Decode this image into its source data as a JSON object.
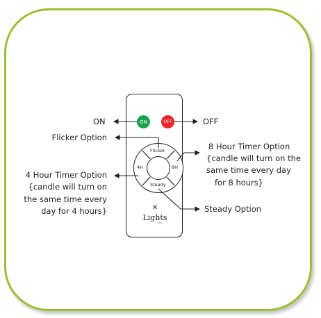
{
  "remote": {
    "on_button": "ON",
    "off_button": "OFF",
    "flicker_button": "Flicker",
    "steady_button": "Steady",
    "timer_4h_button": "4H",
    "timer_8h_button": "8H",
    "brand": "Lights",
    "brand_sub": ".com"
  },
  "callouts": {
    "on": "ON",
    "off": "OFF",
    "flicker": "Flicker Option",
    "timer_8h_line1": "8 Hour Timer Option",
    "timer_8h_line2": "{candle will turn on the",
    "timer_8h_line3": "same time every day",
    "timer_8h_line4": "for 8  hours}",
    "timer_4h_line1": "4 Hour Timer Option",
    "timer_4h_line2": "{candle will turn on",
    "timer_4h_line3": "the same time every",
    "timer_4h_line4": "day for 4 hours}",
    "steady": "Steady Option"
  },
  "colors": {
    "frame": "#9bbf32",
    "on": "#1aa34a",
    "off": "#e8262a",
    "ink": "#231f20"
  }
}
